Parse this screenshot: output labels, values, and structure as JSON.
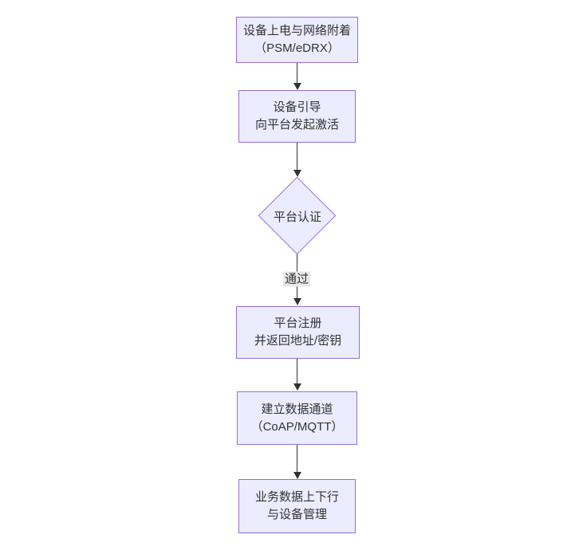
{
  "diagram": {
    "type": "flowchart",
    "direction": "top-down",
    "nodes": [
      {
        "shape": "rect",
        "lines": [
          "设备上电与网络附着",
          "（PSM/eDRX）"
        ]
      },
      {
        "shape": "rect",
        "lines": [
          "设备引导",
          "向平台发起激活"
        ]
      },
      {
        "shape": "diamond",
        "lines": [
          "平台认证"
        ]
      },
      {
        "shape": "rect",
        "lines": [
          "平台注册",
          "并返回地址/密钥"
        ]
      },
      {
        "shape": "rect",
        "lines": [
          "建立数据通道",
          "（CoAP/MQTT）"
        ]
      },
      {
        "shape": "rect",
        "lines": [
          "业务数据上下行",
          "与设备管理"
        ]
      }
    ],
    "edges": [
      {
        "from": 0,
        "to": 1,
        "label": ""
      },
      {
        "from": 1,
        "to": 2,
        "label": ""
      },
      {
        "from": 2,
        "to": 3,
        "label": "通过"
      },
      {
        "from": 3,
        "to": 4,
        "label": ""
      },
      {
        "from": 4,
        "to": 5,
        "label": ""
      }
    ],
    "colors": {
      "node_fill": "#ECECFF",
      "node_border": "#9370DB",
      "arrow": "#333333",
      "text": "#333333",
      "edge_label_bg": "#e8e8e8",
      "background": "#ffffff"
    }
  }
}
